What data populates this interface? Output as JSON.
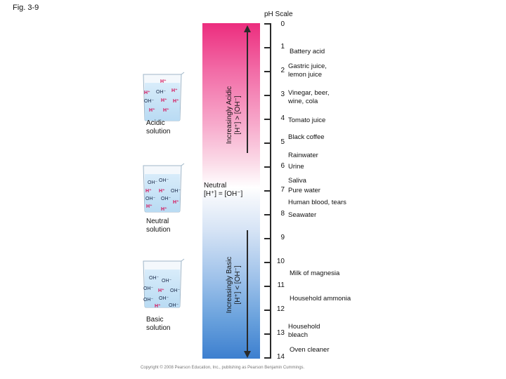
{
  "fig_label": "Fig. 3-9",
  "scale_title": "pH Scale",
  "ph_values": [
    "0",
    "1",
    "2",
    "3",
    "4",
    "5",
    "6",
    "7",
    "8",
    "9",
    "10",
    "11",
    "12",
    "13",
    "14"
  ],
  "examples": [
    "Battery acid",
    "Gastric juice, lemon juice",
    "Vinegar, beer, wine, cola",
    "Tomato juice",
    "Black coffee",
    "Rainwater",
    "Urine",
    "Saliva",
    "Pure water",
    "Human blood, tears",
    "Seawater",
    "Milk of magnesia",
    "Household ammonia",
    "Household bleach",
    "Oven cleaner"
  ],
  "acidic_arrow_label": [
    "Increasingly Acidic",
    "[H⁺] > [OH⁻]"
  ],
  "basic_arrow_label": [
    "Increasingly Basic",
    "[H⁺] < [OH⁻]"
  ],
  "neutral_label": [
    "Neutral",
    "[H⁺] = [OH⁻]"
  ],
  "beakers": {
    "acidic": "Acidic solution",
    "neutral": "Neutral solution",
    "basic": "Basic solution"
  },
  "ions": {
    "h": "H⁺",
    "oh": "OH⁻"
  },
  "copyright": "Copyright © 2008 Pearson Education, Inc., publishing as Pearson Benjamin Cummings.",
  "colors": {
    "acid": "#ec2d7e",
    "neutral": "#ffffff",
    "base": "#3d7fcf",
    "h_ion": "#d4145a"
  }
}
